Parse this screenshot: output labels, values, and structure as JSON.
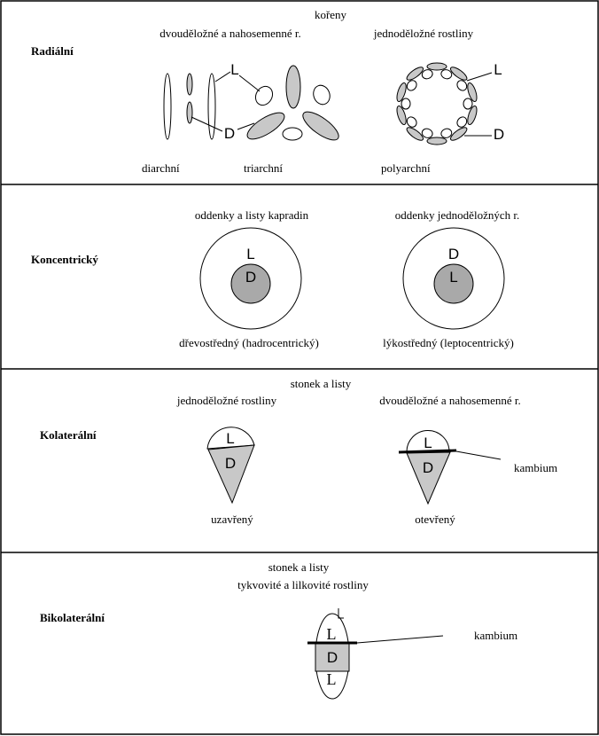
{
  "sections": {
    "radial": {
      "title": "Radiální",
      "top": "kořeny",
      "left_group": "dvouděložné a nahosemenné r.",
      "right_group": "jednoděložné rostliny",
      "types": [
        "diarchní",
        "triarchní",
        "polyarchní"
      ],
      "L": "L",
      "D": "D"
    },
    "concentric": {
      "title": "Koncentrický",
      "left_group": "oddenky a listy kapradin",
      "right_group": "oddenky jednoděložných r.",
      "left_caption": "dřevostředný (hadrocentrický)",
      "right_caption": "lýkostředný (leptocentrický)",
      "L": "L",
      "D": "D"
    },
    "collateral": {
      "title": "Kolaterální",
      "top": "stonek a listy",
      "left_group": "jednoděložné rostliny",
      "right_group": "dvouděložné a nahosemenné r.",
      "left_caption": "uzavřený",
      "right_caption": "otevřený",
      "kambium": "kambium",
      "L": "L",
      "D": "D"
    },
    "bicollateral": {
      "title": "Bikolaterální",
      "top": "stonek a listy",
      "group": "tykvovité a lilkovité rostliny",
      "kambium": "kambium",
      "L": "L",
      "D": "D"
    }
  }
}
